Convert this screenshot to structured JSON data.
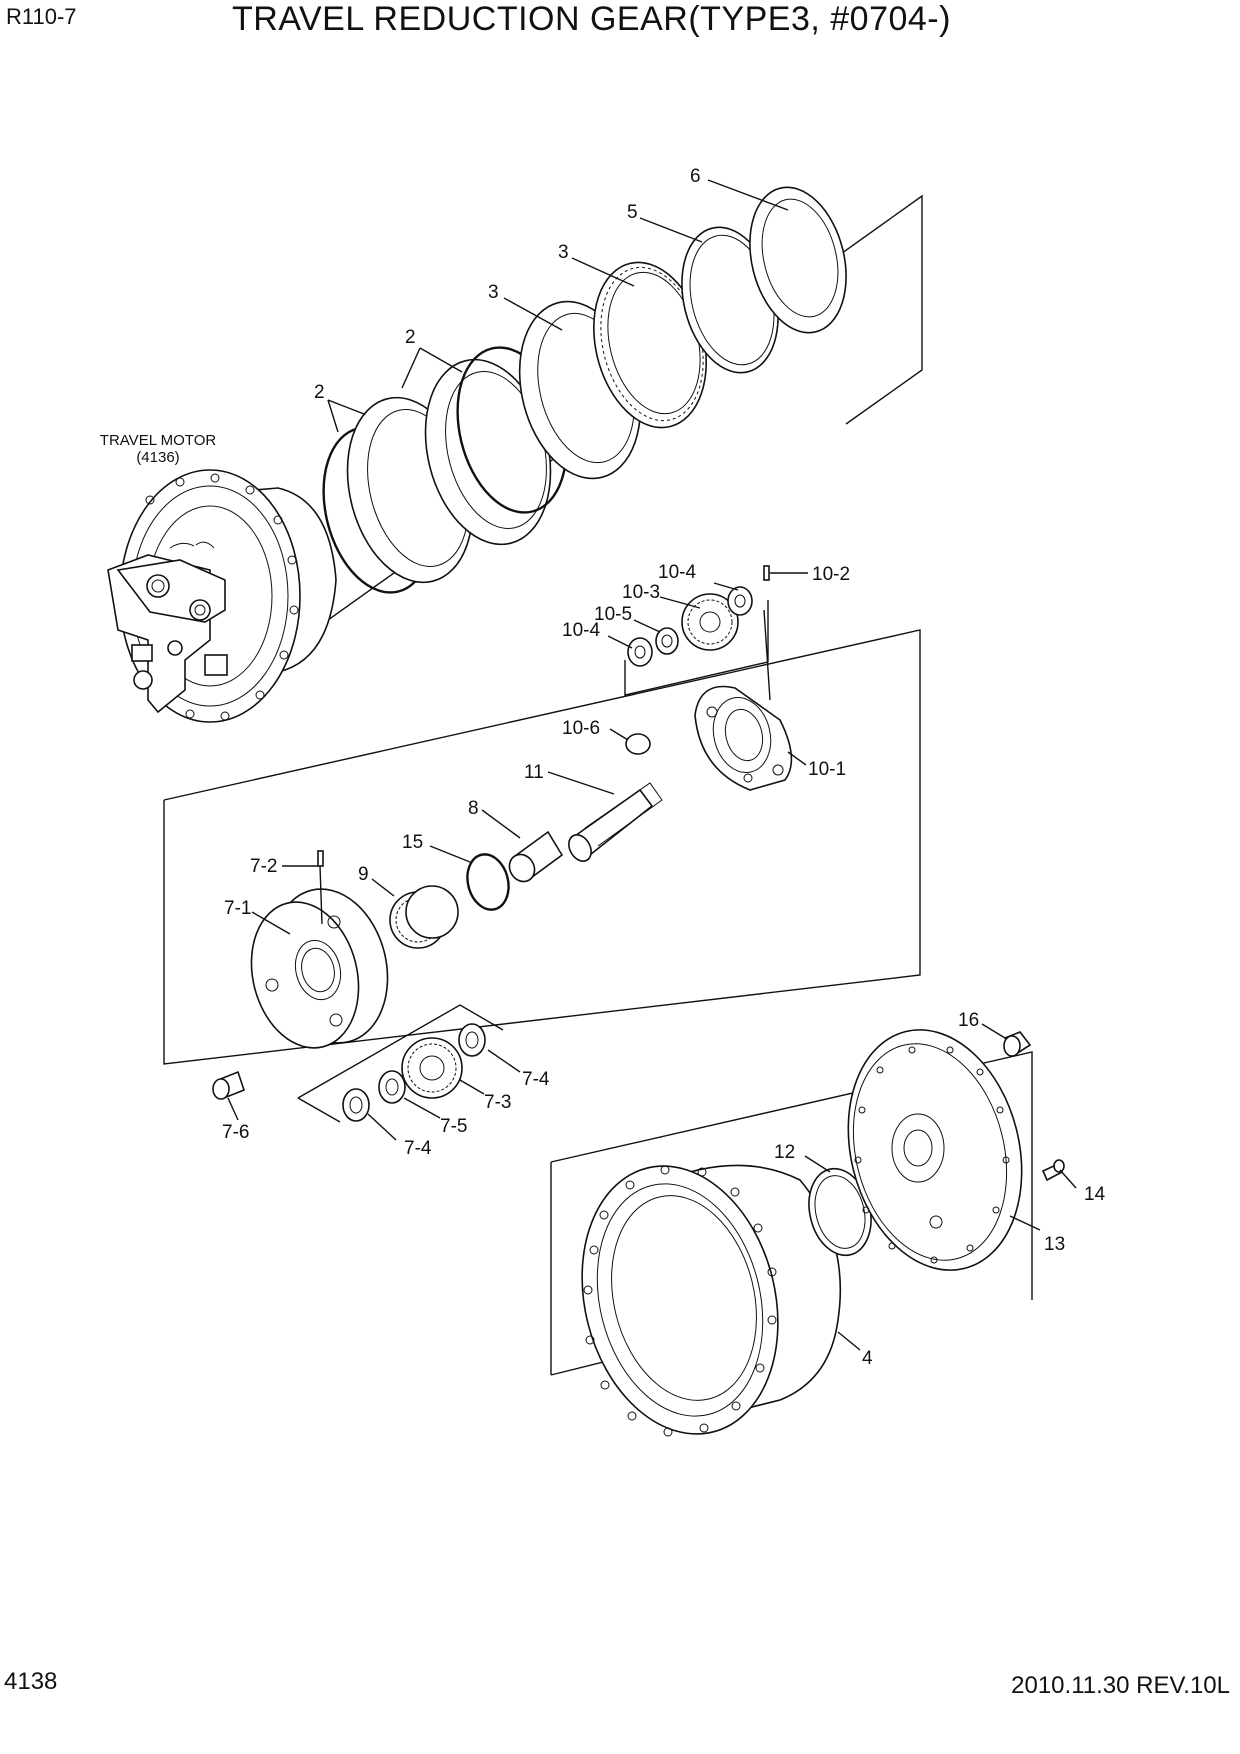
{
  "header": {
    "model": "R110-7",
    "title": "TRAVEL REDUCTION GEAR(TYPE3, #0704-)"
  },
  "footer": {
    "page_number": "4138",
    "revision": "2010.11.30  REV.10L"
  },
  "travel_motor": {
    "name": "TRAVEL MOTOR",
    "ref": "(4136)"
  },
  "callouts": {
    "c6": "6",
    "c5": "5",
    "c3a": "3",
    "c3b": "3",
    "c2a": "2",
    "c2b": "2",
    "c10_4a": "10-4",
    "c10_2": "10-2",
    "c10_3": "10-3",
    "c10_5": "10-5",
    "c10_4b": "10-4",
    "c10_6": "10-6",
    "c10_1": "10-1",
    "c11": "11",
    "c8": "8",
    "c15": "15",
    "c7_2": "7-2",
    "c9": "9",
    "c7_1": "7-1",
    "c7_4a": "7-4",
    "c7_3": "7-3",
    "c7_5": "7-5",
    "c7_4b": "7-4",
    "c7_6": "7-6",
    "c16": "16",
    "c12": "12",
    "c14": "14",
    "c13": "13",
    "c4": "4"
  }
}
